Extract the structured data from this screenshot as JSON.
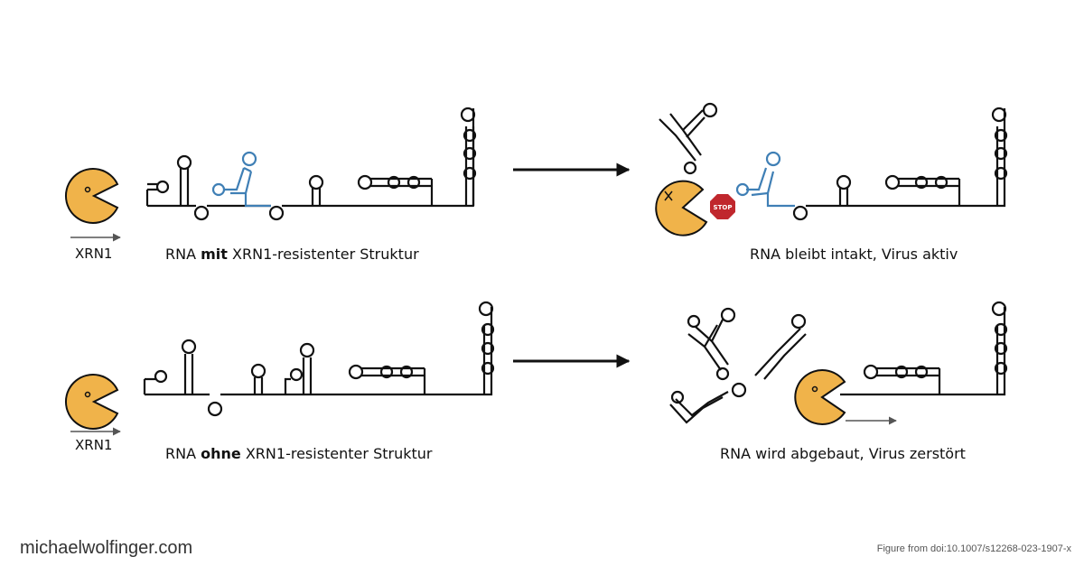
{
  "diagram": {
    "enzyme_label": "XRN1",
    "top_left": {
      "prefix": "RNA ",
      "bold": "mit",
      "suffix": " XRN1-resistenter Struktur"
    },
    "top_right": "RNA bleibt intakt, Virus aktiv",
    "bottom_left": {
      "prefix": "RNA ",
      "bold": "ohne",
      "suffix": " XRN1-resistenter Struktur"
    },
    "bottom_right": "RNA wird abgebaut, Virus zerstört",
    "stop_sign": "STOP"
  },
  "footer": {
    "site": "michaelwolfinger.com",
    "credit": "Figure from doi:10.1007/s12268-023-1907-x"
  },
  "colors": {
    "enzyme": "#F0B34A",
    "rna": "#111111",
    "resistant_structure": "#3F7FB5",
    "stop": "#C0272D",
    "arrow": "#111111"
  }
}
